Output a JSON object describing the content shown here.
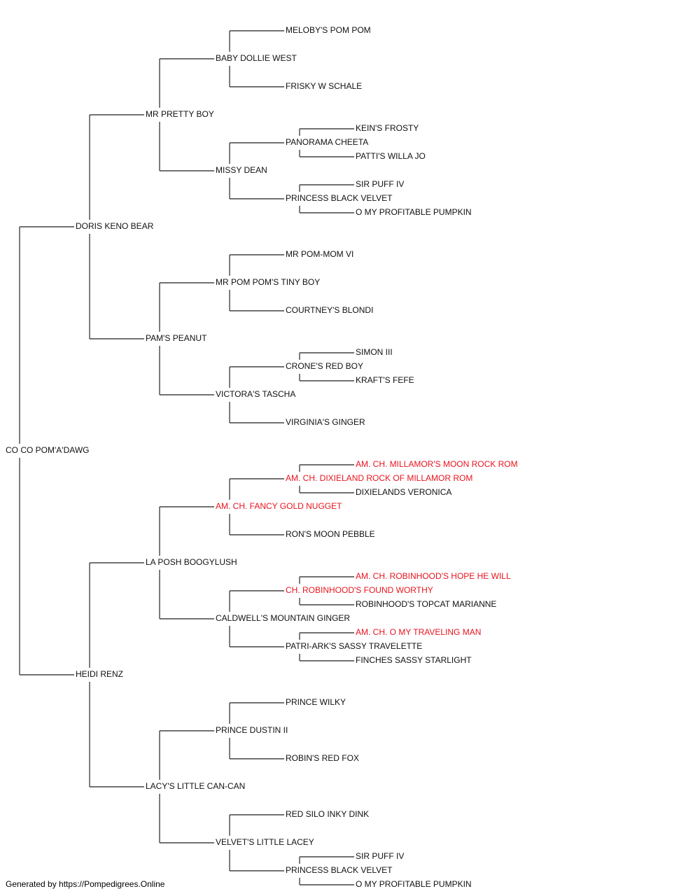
{
  "colors": {
    "champion": "#e8141e",
    "normal": "#111111",
    "connector": "#444444"
  },
  "footer": "Generated by https://Pompedigrees.Online",
  "pedigree": {
    "name": "CO CO POM'A'DAWG",
    "champion": false,
    "sire": {
      "name": "DORIS KENO BEAR",
      "champion": false,
      "sire": {
        "name": "MR PRETTY BOY",
        "champion": false,
        "sire": {
          "name": "BABY DOLLIE WEST",
          "champion": false,
          "sire": {
            "name": "MELOBY'S POM POM",
            "champion": false
          },
          "dam": {
            "name": "FRISKY W SCHALE",
            "champion": false
          }
        },
        "dam": {
          "name": "MISSY DEAN",
          "champion": false,
          "sire": {
            "name": "PANORAMA CHEETA",
            "champion": false,
            "sire": {
              "name": "KEIN'S FROSTY",
              "champion": false
            },
            "dam": {
              "name": "PATTI'S WILLA JO",
              "champion": false
            }
          },
          "dam": {
            "name": "PRINCESS BLACK VELVET",
            "champion": false,
            "sire": {
              "name": "SIR PUFF IV",
              "champion": false
            },
            "dam": {
              "name": "O MY PROFITABLE PUMPKIN",
              "champion": false
            }
          }
        }
      },
      "dam": {
        "name": "PAM'S PEANUT",
        "champion": false,
        "sire": {
          "name": "MR POM POM'S TINY BOY",
          "champion": false,
          "sire": {
            "name": "MR POM-MOM VI",
            "champion": false
          },
          "dam": {
            "name": "COURTNEY'S BLONDI",
            "champion": false
          }
        },
        "dam": {
          "name": "VICTORA'S TASCHA",
          "champion": false,
          "sire": {
            "name": "CRONE'S RED BOY",
            "champion": false,
            "sire": {
              "name": "SIMON III",
              "champion": false
            },
            "dam": {
              "name": "KRAFT'S FEFE",
              "champion": false
            }
          },
          "dam": {
            "name": "VIRGINIA'S GINGER",
            "champion": false
          }
        }
      }
    },
    "dam": {
      "name": "HEIDI RENZ",
      "champion": false,
      "sire": {
        "name": "LA POSH BOOGYLUSH",
        "champion": false,
        "sire": {
          "name": "AM. CH. FANCY GOLD NUGGET",
          "champion": true,
          "sire": {
            "name": "AM. CH. DIXIELAND ROCK OF MILLAMOR ROM",
            "champion": true,
            "sire": {
              "name": "AM. CH. MILLAMOR'S MOON ROCK ROM",
              "champion": true
            },
            "dam": {
              "name": "DIXIELANDS VERONICA",
              "champion": false
            }
          },
          "dam": {
            "name": "RON'S MOON PEBBLE",
            "champion": false
          }
        },
        "dam": {
          "name": "CALDWELL'S MOUNTAIN GINGER",
          "champion": false,
          "sire": {
            "name": "CH. ROBINHOOD'S FOUND WORTHY",
            "champion": true,
            "sire": {
              "name": "AM. CH. ROBINHOOD'S HOPE HE WILL",
              "champion": true
            },
            "dam": {
              "name": "ROBINHOOD'S TOPCAT MARIANNE",
              "champion": false
            }
          },
          "dam": {
            "name": "PATRI-ARK'S SASSY TRAVELETTE",
            "champion": false,
            "sire": {
              "name": "AM. CH. O MY TRAVELING MAN",
              "champion": true
            },
            "dam": {
              "name": "FINCHES SASSY STARLIGHT",
              "champion": false
            }
          }
        }
      },
      "dam": {
        "name": "LACY'S LITTLE CAN-CAN",
        "champion": false,
        "sire": {
          "name": "PRINCE DUSTIN II",
          "champion": false,
          "sire": {
            "name": "PRINCE WILKY",
            "champion": false
          },
          "dam": {
            "name": "ROBIN'S RED FOX",
            "champion": false
          }
        },
        "dam": {
          "name": "VELVET'S LITTLE LACEY",
          "champion": false,
          "sire": {
            "name": "RED SILO INKY DINK",
            "champion": false
          },
          "dam": {
            "name": "PRINCESS BLACK VELVET",
            "champion": false,
            "sire": {
              "name": "SIR PUFF IV",
              "champion": false
            },
            "dam": {
              "name": "O MY PROFITABLE PUMPKIN",
              "champion": false
            }
          }
        }
      }
    }
  }
}
